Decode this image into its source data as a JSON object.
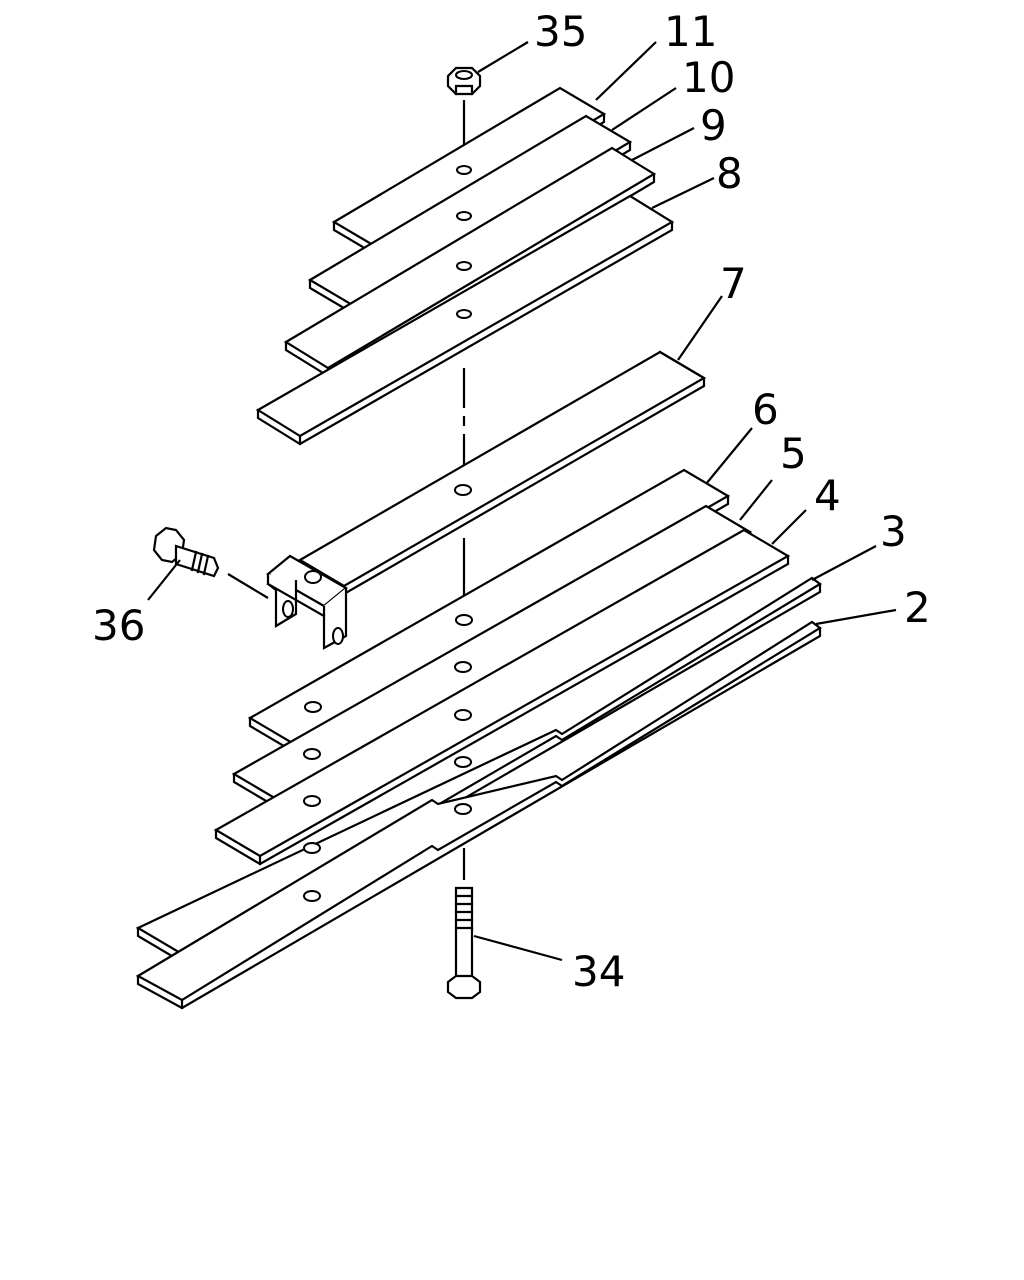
{
  "labels": {
    "n35": "35",
    "n11": "11",
    "n10": "10",
    "n9": "9",
    "n8": "8",
    "n7": "7",
    "n6": "6",
    "n5": "5",
    "n4": "4",
    "n3": "3",
    "n2": "2",
    "n36": "36",
    "n34": "34"
  }
}
